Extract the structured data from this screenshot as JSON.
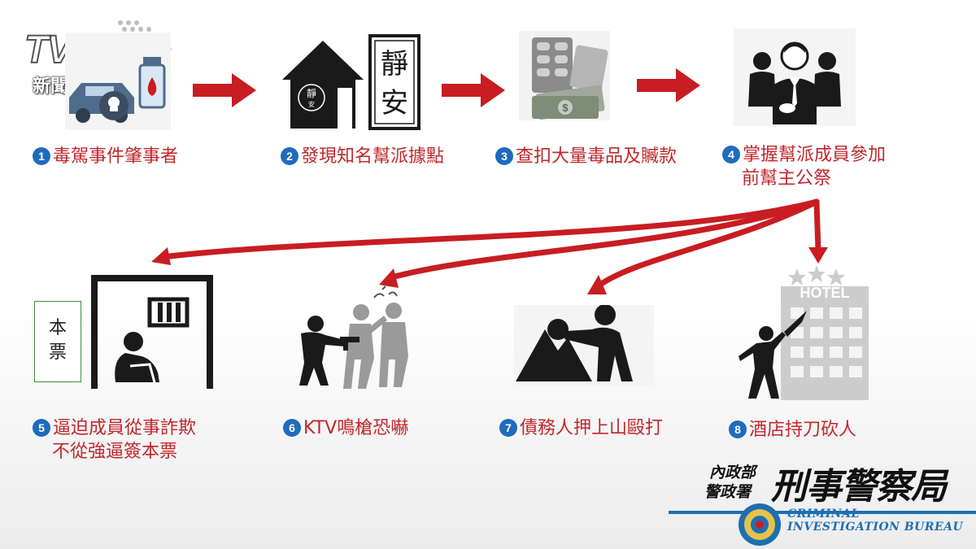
{
  "broadcaster": {
    "logo_text": "TVBS",
    "sub_text": "新聞網"
  },
  "top_steps": [
    {
      "num": "1",
      "text": "毒駕事件肇事者"
    },
    {
      "num": "2",
      "text": "發現知名幫派據點"
    },
    {
      "num": "3",
      "text": "查扣大量毒品及贓款"
    },
    {
      "num": "4",
      "text": "掌握幫派成員參加",
      "text2": "前幫主公祭"
    }
  ],
  "bottom_steps": [
    {
      "num": "5",
      "text": "逼迫成員從事詐欺",
      "text2": "不從強逼簽本票"
    },
    {
      "num": "6",
      "text": "KTV鳴槍恐嚇"
    },
    {
      "num": "7",
      "text": "債務人押上山毆打"
    },
    {
      "num": "8",
      "text": "酒店持刀砍人"
    }
  ],
  "signs": {
    "jing": "靜",
    "an": "安",
    "house_seal_top": "靜",
    "house_seal_bottom": "安",
    "promissory_note_line1": "本",
    "promissory_note_line2": "票",
    "hotel": "HOTEL"
  },
  "agency": {
    "ministry": "內政部",
    "police_agency": "警政署",
    "name": "刑事警察局",
    "english": "CRIMINAL INVESTIGATION BUREAU"
  },
  "colors": {
    "arrow_red": "#c81d22",
    "label_red": "#c0272d",
    "number_blue": "#1f6bbd",
    "icon_dark": "#1a1a1a",
    "icon_gray": "#9a9a9a",
    "accent_blue": "#1d6fb3"
  },
  "icons": [
    "car-drugs-icon",
    "gang-house-icon",
    "seized-drugs-money-icon",
    "gang-members-icon",
    "detention-room-icon",
    "gun-threat-icon",
    "mountain-beating-icon",
    "hotel-knife-icon"
  ]
}
